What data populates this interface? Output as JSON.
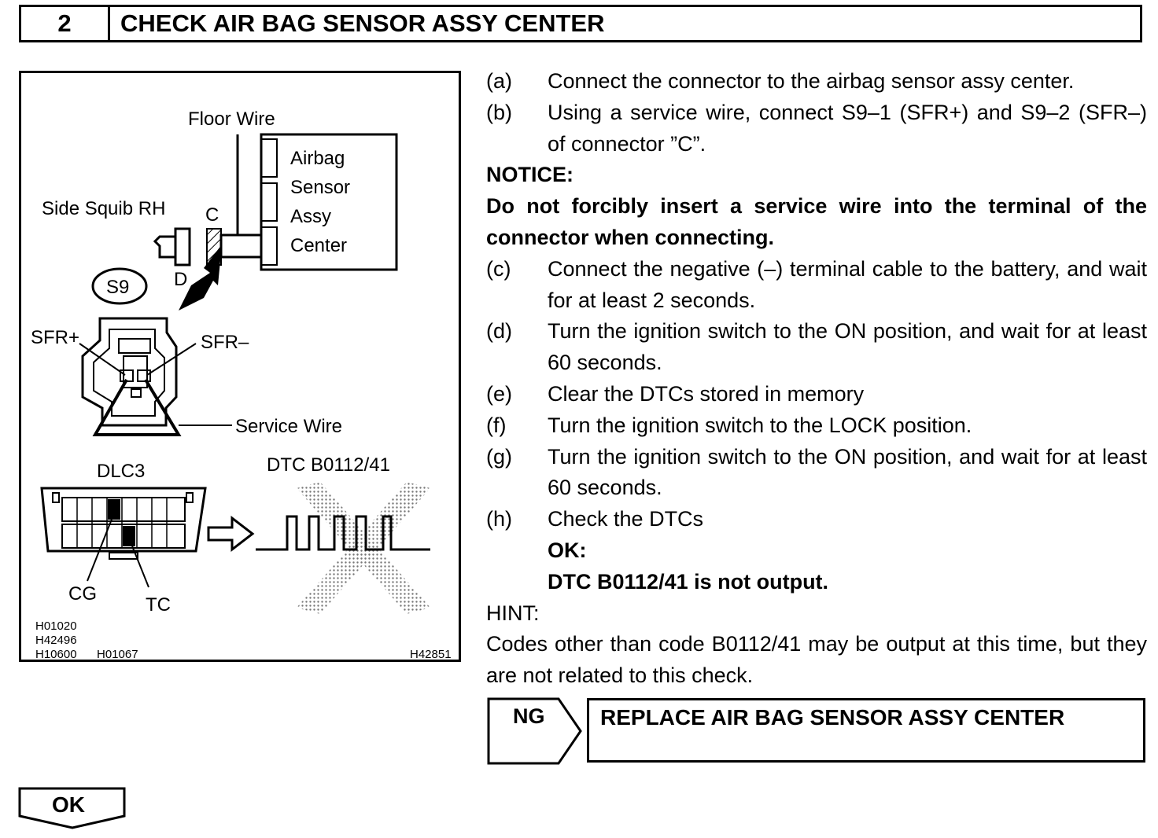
{
  "header": {
    "step_number": "2",
    "title": "CHECK AIR BAG SENSOR ASSY CENTER"
  },
  "figure": {
    "labels": {
      "floor_wire": "Floor Wire",
      "airbag_line1": "Airbag",
      "airbag_line2": "Sensor",
      "airbag_line3": "Assy",
      "airbag_line4": "Center",
      "side_squib": "Side Squib RH",
      "connector_c": "C",
      "connector_d": "D",
      "s9": "S9",
      "sfr_plus": "SFR+",
      "sfr_minus": "SFR–",
      "service_wire": "Service Wire",
      "dlc3": "DLC3",
      "dtc": "DTC B0112/41",
      "cg": "CG",
      "tc": "TC"
    },
    "codes": {
      "code1": "H01020",
      "code2": "H42496",
      "code3": "H10600",
      "code4": "H01067",
      "code5": "H42851"
    }
  },
  "steps": {
    "a": {
      "letter": "(a)",
      "text": "Connect the connector to the airbag sensor assy center."
    },
    "b": {
      "letter": "(b)",
      "text": "Using a service wire, connect S9–1 (SFR+) and S9–2 (SFR–) of connector ”C”."
    },
    "notice_title": "NOTICE:",
    "notice_text": "Do not forcibly insert a service wire into the terminal of the connector when connecting.",
    "c": {
      "letter": "(c)",
      "text": "Connect the negative (–) terminal cable to the battery, and wait for at least 2 seconds."
    },
    "d": {
      "letter": "(d)",
      "text": "Turn the ignition switch to the ON position, and wait for at least 60 seconds."
    },
    "e": {
      "letter": "(e)",
      "text": "Clear the DTCs stored in memory"
    },
    "f": {
      "letter": "(f)",
      "text": "Turn the ignition switch to the LOCK position."
    },
    "g": {
      "letter": "(g)",
      "text": "Turn the ignition switch to the ON position, and wait for at least 60 seconds."
    },
    "h": {
      "letter": "(h)",
      "text": "Check the DTCs"
    },
    "ok_title": "OK:",
    "ok_text": "DTC B0112/41 is not output.",
    "hint_title": "HINT:",
    "hint_text": "Codes other than code B0112/41 may be output at this time, but they are not related to this check."
  },
  "result": {
    "ng_label": "NG",
    "ng_action": "REPLACE AIR BAG SENSOR ASSY CENTER",
    "ok_label": "OK"
  }
}
